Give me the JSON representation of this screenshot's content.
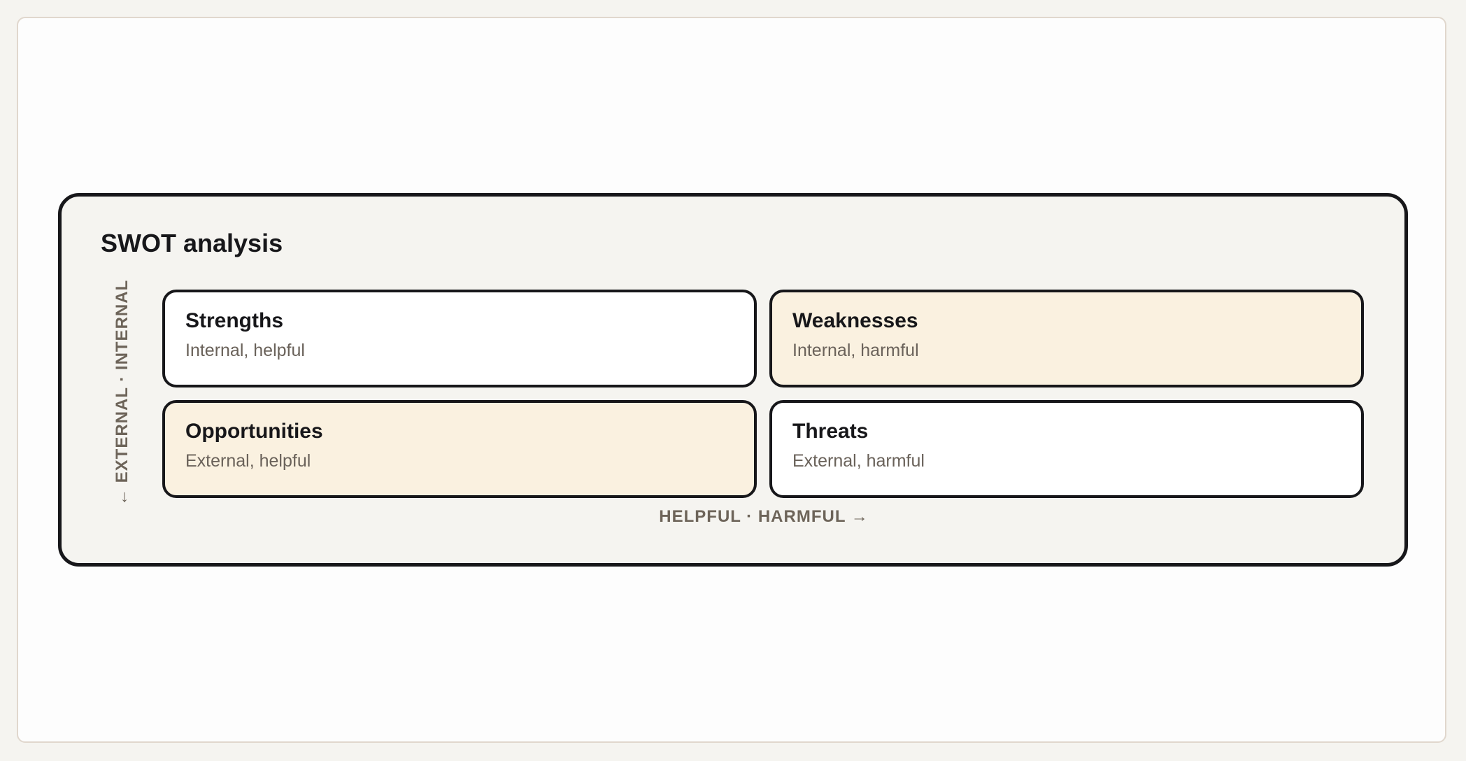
{
  "diagram": {
    "title": "SWOT analysis",
    "y_axis_label": "← EXTERNAL · INTERNAL",
    "x_axis_label": "HELPFUL · HARMFUL →",
    "quadrants": [
      {
        "heading": "Strengths",
        "description": "Internal, helpful",
        "fill": "#ffffff"
      },
      {
        "heading": "Weaknesses",
        "description": "Internal, harmful",
        "fill": "#faf1e0"
      },
      {
        "heading": "Opportunities",
        "description": "External, helpful",
        "fill": "#faf1e0"
      },
      {
        "heading": "Threats",
        "description": "External, harmful",
        "fill": "#ffffff"
      }
    ]
  },
  "colors": {
    "border": "#17171a",
    "panel_background": "#f5f4f0",
    "muted_text": "#6d6459",
    "highlight_fill": "#faf1e0"
  }
}
